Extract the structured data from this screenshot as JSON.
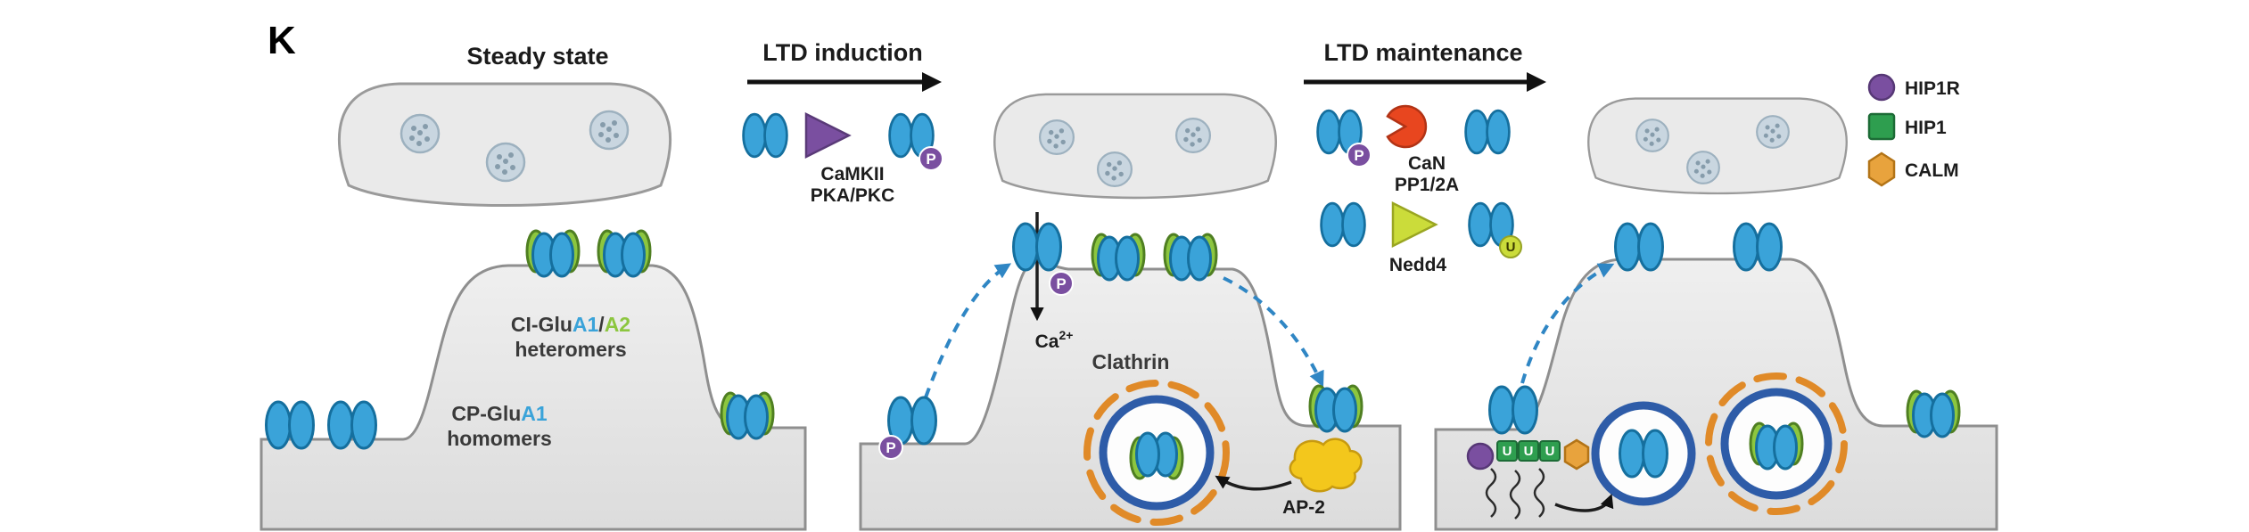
{
  "panel_label": "K",
  "colors": {
    "blue": "#3aa3d9",
    "blue_dark": "#156f9e",
    "green": "#8cc63f",
    "green_dark": "#4f7f22",
    "purple": "#7a4fa0",
    "red": "#e8461f",
    "yellow": "#f3c71c",
    "lime": "#cbdc3a",
    "orange": "#e08a28",
    "clathrin_blue": "#2e5ca8",
    "gray_stroke": "#8f8f8f",
    "vesicle_fill": "#c9d6e0",
    "vesicle_stroke": "#9db1bf",
    "dashed_arrow": "#2f86c4",
    "hip1r": "#7a4fa0",
    "hip1": "#2e9e4f",
    "calm": "#e8a33d"
  },
  "sections": {
    "steady_state": {
      "title": "Steady state"
    },
    "ltd_induction": {
      "title": "LTD induction",
      "enzymes_line1": "CaMKII",
      "enzymes_line2": "PKA/PKC"
    },
    "ltd_maintenance": {
      "title": "LTD maintenance",
      "phosphatases_line1": "CaN",
      "phosphatases_line2": "PP1/2A",
      "ligase": "Nedd4"
    }
  },
  "labels": {
    "ci_prefix": "CI-Glu",
    "a1": "A1",
    "slash": "/",
    "a2": "A2",
    "heteromers": "heteromers",
    "cp_prefix": "CP-Glu",
    "homomers": "homomers",
    "clathrin": "Clathrin",
    "calcium_base": "Ca",
    "calcium_sup": "2+",
    "ap2": "AP-2"
  },
  "badges": {
    "phospho": "P",
    "ubiquitin": "U"
  },
  "legend": {
    "items": [
      {
        "label": "HIP1R"
      },
      {
        "label": "HIP1"
      },
      {
        "label": "CALM"
      }
    ]
  }
}
